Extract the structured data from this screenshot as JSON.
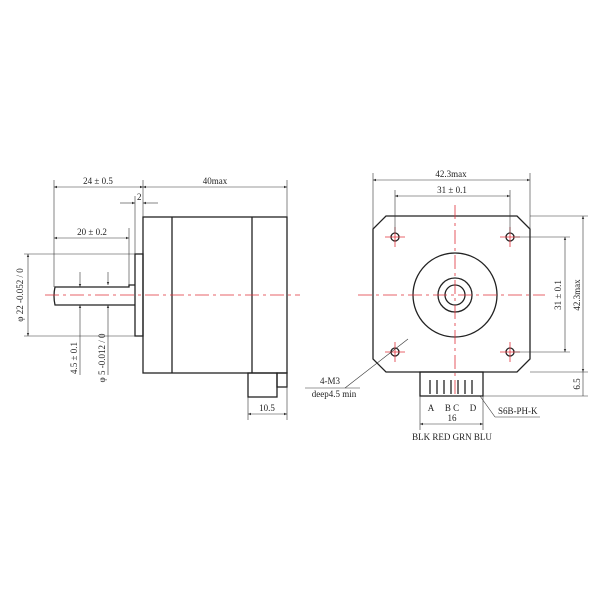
{
  "side_view": {
    "dim_shaft_length": "24 ± 0.5",
    "dim_body_length": "40max",
    "dim_flange": "2",
    "dim_flat_length": "20 ± 0.2",
    "dim_flange_dia": "φ 22 -0.052 / 0",
    "dim_flat": "4.5 ± 0.1",
    "dim_shaft_dia": "φ 5 -0.012 / 0",
    "dim_connector": "10.5"
  },
  "front_view": {
    "dim_width": "42.3max",
    "dim_hole_spacing_h": "31 ± 0.1",
    "dim_hole_spacing_v": "31 ± 0.1",
    "dim_height": "42.3max",
    "dim_connector_height": "6.5",
    "hole_note_line1": "4-M3",
    "hole_note_line2": "deep4.5 min",
    "pins": [
      "A",
      "B C",
      "D"
    ],
    "dim_connector_width": "16",
    "connector_part": "S6B-PH-K",
    "wire_colors": "BLK RED GRN BLU"
  },
  "colors": {
    "centerline": "#e0303a",
    "lines": "#222222"
  }
}
